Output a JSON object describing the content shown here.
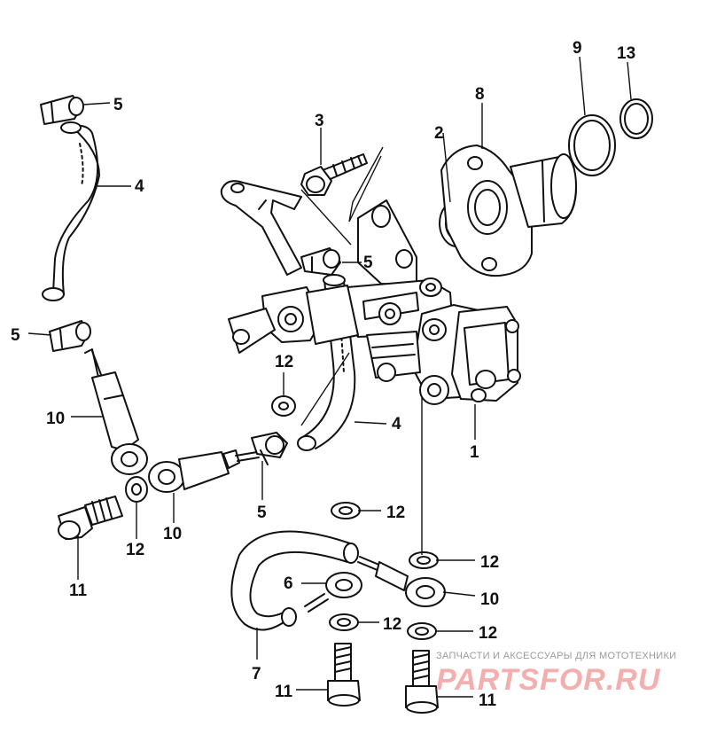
{
  "callouts": {
    "c1": "1",
    "c2": "2",
    "c3": "3",
    "c4_top": "4",
    "c4_mid": "4",
    "c5_top": "5",
    "c5_left": "5",
    "c5_mid": "5",
    "c5_clamp": "5",
    "c6": "6",
    "c7": "7",
    "c8": "8",
    "c9": "9",
    "c10_left": "10",
    "c10_mid": "10",
    "c10_right": "10",
    "c11_left": "11",
    "c11_mid": "11",
    "c11_right": "11",
    "c12_a": "12",
    "c12_b": "12",
    "c12_c": "12",
    "c12_d": "12",
    "c12_e": "12",
    "c12_f": "12",
    "c13": "13"
  },
  "watermark": {
    "caption": "ЗАПЧАСТИ И АКСЕССУАРЫ ДЛЯ МОТОТЕХНИКИ",
    "logo": "PARTSFOR.RU"
  },
  "colors": {
    "line": "#111111",
    "background": "#ffffff",
    "watermark_logo": "#f2a0a0",
    "watermark_caption": "#9a9a9a"
  }
}
